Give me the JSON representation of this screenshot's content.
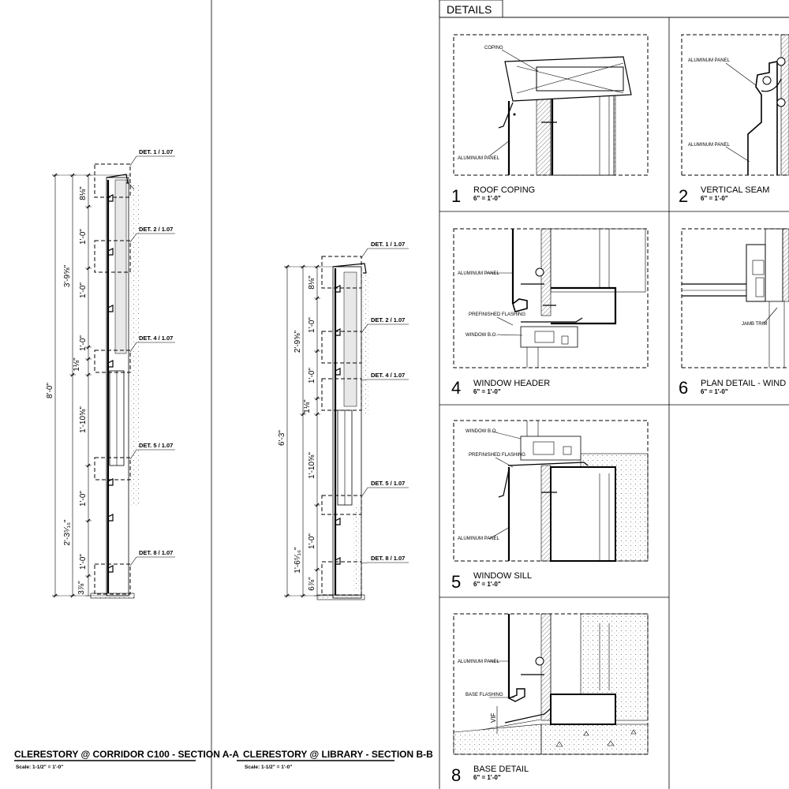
{
  "sections": {
    "a": {
      "title": "CLERESTORY @ CORRIDOR C100 - SECTION A-A",
      "scale": "Scale: 1-1/2\" = 1'-0\"",
      "callouts": [
        "DET. 1 / 1.07",
        "DET. 2 / 1.07",
        "DET. 4 / 1.07",
        "DET. 5 / 1.07",
        "DET. 8 / 1.07"
      ],
      "overall_dim": "8'-0\"",
      "dims": [
        "8⅛\"",
        "1'-0\"",
        "3'-9⅝\"",
        "1'-0\"",
        "1'-0\"",
        "1⅛\"",
        "1'-10⅝\"",
        "1'-0\"",
        "2'-3⁵⁄₁₆\"",
        "1'-0\"",
        "3⅞\""
      ]
    },
    "b": {
      "title": "CLERESTORY @ LIBRARY - SECTION B-B",
      "scale": "Scale: 1-1/2\" = 1'-0\"",
      "callouts": [
        "DET. 1 / 1.07",
        "DET. 2 / 1.07",
        "DET. 4 / 1.07",
        "DET. 5 / 1.07",
        "DET. 8 / 1.07"
      ],
      "overall_dim": "6'-3\"",
      "dims": [
        "8⅛\"",
        "1'-0\"",
        "2'-9⅝\"",
        "1'-0\"",
        "1⅛\"",
        "1'-10⅝\"",
        "1'-0\"",
        "1'-6⁵⁄₁₆\"",
        "6⅞\""
      ]
    }
  },
  "details_header": "DETAILS",
  "details": {
    "d1": {
      "number": "1",
      "title": "ROOF COPING",
      "scale": "6\" = 1'-0\"",
      "labels": [
        "COPING",
        "ALUMINUM PANEL"
      ]
    },
    "d2": {
      "number": "2",
      "title": "VERTICAL SEAM",
      "scale": "6\" = 1'-0\"",
      "labels": [
        "ALUMINUM PANEL",
        "ALUMINUM PANEL"
      ]
    },
    "d4": {
      "number": "4",
      "title": "WINDOW HEADER",
      "scale": "6\" = 1'-0\"",
      "labels": [
        "ALUMINUM PANEL",
        "PREFINISHED FLASHING",
        "WINDOW B.O."
      ]
    },
    "d6": {
      "number": "6",
      "title": "PLAN DETAIL - WIND",
      "scale": "6\" = 1'-0\"",
      "labels": [
        "JAMB TRIM"
      ]
    },
    "d5": {
      "number": "5",
      "title": "WINDOW SILL",
      "scale": "6\" = 1'-0\"",
      "labels": [
        "WINDOW B.O.",
        "PREFINISHED FLASHING",
        "ALUMINUM PANEL"
      ]
    },
    "d8": {
      "number": "8",
      "title": "BASE DETAIL",
      "scale": "6\" = 1'-0\"",
      "labels": [
        "ALUMINUM PANEL",
        "BASE FLASHING",
        "VIF"
      ]
    }
  }
}
